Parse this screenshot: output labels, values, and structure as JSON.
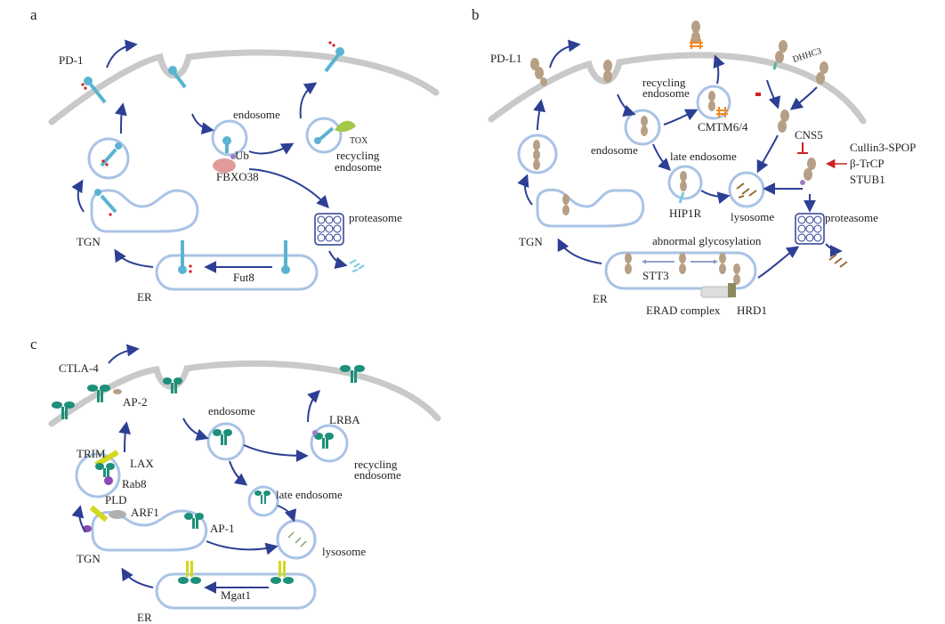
{
  "colors": {
    "membrane": "#c9c9c9",
    "vesicle_outline": "#a9c3e6",
    "arrow": "#2c3f94",
    "pd1": "#5ab4d1",
    "pdl1": "#b79f86",
    "ctla4": "#1d8f7a",
    "inhibit": "#cc2222",
    "ub": "#e09a9a",
    "tox": "#a4c84a",
    "cmtm": "#f08a24",
    "lrba": "#a07cc2",
    "lax": "#d4d81e"
  },
  "panel_a": {
    "letter": "a",
    "labels": {
      "pd1": "PD-1",
      "endosome": "endosome",
      "ub": "Ub",
      "fbxo38": "FBXO38",
      "tox": "TOX",
      "recycling_1": "recycling",
      "recycling_2": "endosome",
      "proteasome": "proteasome",
      "tgn": "TGN",
      "er": "ER",
      "fut8": "Fut8"
    }
  },
  "panel_b": {
    "letter": "b",
    "labels": {
      "pdl1": "PD-L1",
      "recycling_1": "recycling",
      "recycling_2": "endosome",
      "cmtm": "CMTM6/4",
      "dhhc3": "DHHC3",
      "csn5": "CNS5",
      "cullin": "Cullin3-SPOP",
      "btrcp": "β-TrCP",
      "stub1": "STUB1",
      "endosome": "endosome",
      "late_endosome": "late endosome",
      "hip1r": "HIP1R",
      "lysosome": "lysosome",
      "proteasome": "proteasome",
      "tgn": "TGN",
      "abnormal": "abnormal glycosylation",
      "stt3": "STT3",
      "er": "ER",
      "erad": "ERAD complex",
      "hrd1": "HRD1"
    }
  },
  "panel_c": {
    "letter": "c",
    "labels": {
      "ctla4": "CTLA-4",
      "ap2": "AP-2",
      "endosome": "endosome",
      "lrba": "LRBA",
      "recycling_1": "recycling",
      "recycling_2": "endosome",
      "trim": "TRIM",
      "lax": "LAX",
      "rab8": "Rab8",
      "pld": "PLD",
      "arf1": "ARF1",
      "ap1": "AP-1",
      "late_endosome": "late endosome",
      "lysosome": "lysosome",
      "tgn": "TGN",
      "er": "ER",
      "mgat1": "Mgat1"
    }
  }
}
